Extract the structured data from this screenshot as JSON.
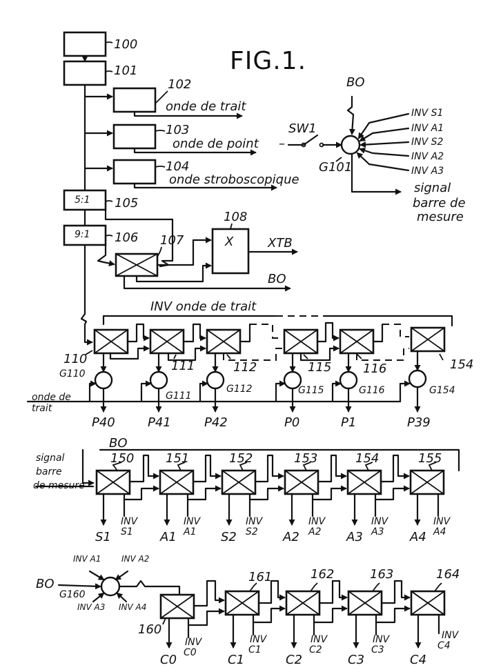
{
  "figure_title": "FIG.1.",
  "top_chain": {
    "b100": "100",
    "b101": "101",
    "b102": "102",
    "b103": "103",
    "b104": "104",
    "b105": "105",
    "b105_text": "5:1",
    "b106": "106",
    "b106_text": "9:1",
    "b107": "107",
    "b108": "108",
    "b108_text": "X",
    "onde_trait": "onde de trait",
    "onde_point": "onde de point",
    "onde_strobo": "onde stroboscopique",
    "xtb": "XTB",
    "bo": "BO"
  },
  "gate_g101": {
    "label": "G101",
    "bo": "BO",
    "sw": "SW1",
    "minus": "–",
    "inputs": [
      "INV S1",
      "INV A1",
      "INV S2",
      "INV A2",
      "INV A3"
    ],
    "output_l1": "signal",
    "output_l2": "barre de",
    "output_l3": "mesure"
  },
  "row1": {
    "header": "INV onde de trait",
    "boxes": [
      "110",
      "111",
      "112",
      "115",
      "116",
      "154"
    ],
    "gates": [
      "G110",
      "G111",
      "G112",
      "G115",
      "G116",
      "G154"
    ],
    "outputs": [
      "P40",
      "P41",
      "P42",
      "P0",
      "P1",
      "P39"
    ],
    "left_label_1": "onde de",
    "left_label_2": "trait"
  },
  "row2": {
    "bo": "BO",
    "left_label_1": "signal",
    "left_label_2": "barre",
    "left_label_3": "de mesure",
    "boxes": [
      "150",
      "151",
      "152",
      "153",
      "154",
      "155"
    ],
    "outputs": [
      "S1",
      "A1",
      "S2",
      "A2",
      "A3",
      "A4"
    ],
    "inv_outputs": [
      "S1",
      "A1",
      "S2",
      "A2",
      "A3",
      "A4"
    ],
    "inv_word": "INV"
  },
  "row3": {
    "gate": "G160",
    "bo": "BO",
    "inputs": [
      "INV A1",
      "INV A2",
      "INV A3",
      "INV A4"
    ],
    "boxes": [
      "160",
      "161",
      "162",
      "163",
      "164"
    ],
    "outputs": [
      "C0",
      "C1",
      "C2",
      "C3",
      "C4"
    ],
    "inv_outputs": [
      "C0",
      "C1",
      "C2",
      "C3",
      "C4"
    ],
    "inv_word": "INV"
  }
}
